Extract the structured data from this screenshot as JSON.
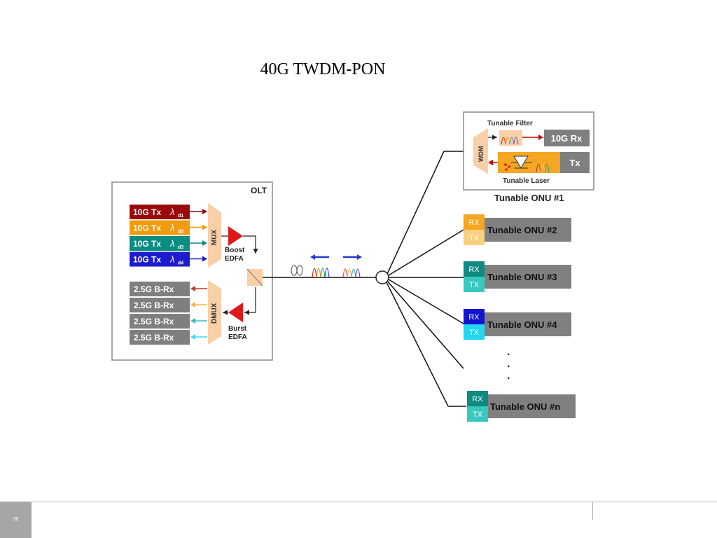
{
  "slide": {
    "title": "40G TWDM-PON",
    "page_number": "30"
  },
  "olt": {
    "label": "OLT",
    "tx": [
      {
        "label": "10G Tx",
        "lambda": "λ",
        "sub": "d1",
        "color": "#9b0a0a"
      },
      {
        "label": "10G Tx",
        "lambda": "λ",
        "sub": "d2",
        "color": "#f29a10"
      },
      {
        "label": "10G Tx",
        "lambda": "λ",
        "sub": "d3",
        "color": "#0b8c80"
      },
      {
        "label": "10G Tx",
        "lambda": "λ",
        "sub": "d4",
        "color": "#1b1bd0"
      }
    ],
    "rx": [
      {
        "label": "2.5G B-Rx",
        "arrow_color": "#c0392b"
      },
      {
        "label": "2.5G B-Rx",
        "arrow_color": "#f0b840"
      },
      {
        "label": "2.5G B-Rx",
        "arrow_color": "#40b8b8"
      },
      {
        "label": "2.5G B-Rx",
        "arrow_color": "#40d8e8"
      }
    ],
    "mux_label": "MUX",
    "dmux_label": "DMUX",
    "boost_label": "Boost\nEDFA",
    "burst_label": "Burst\nEDFA"
  },
  "onu1": {
    "filter_label": "Tunable Filter",
    "wdm_label": "WDM",
    "rx_label": "10G Rx",
    "tx_label": "Tx",
    "laser_label": "Tunable Laser",
    "name": "Tunable ONU #1"
  },
  "onus": [
    {
      "name": "Tunable ONU #2",
      "rx": "RX",
      "tx": "TX",
      "rx_color": "#f5a623",
      "tx_color": "#f9cf80"
    },
    {
      "name": "Tunable ONU #3",
      "rx": "RX",
      "tx": "TX",
      "rx_color": "#0e8a80",
      "tx_color": "#38c8c0"
    },
    {
      "name": "Tunable ONU #4",
      "rx": "RX",
      "tx": "TX",
      "rx_color": "#1414d0",
      "tx_color": "#22d8f0"
    },
    {
      "name": "Tunable ONU #n",
      "rx": "RX",
      "tx": "TX",
      "rx_color": "#0e8a80",
      "tx_color": "#38c8c0"
    }
  ],
  "ellipsis": "·",
  "colors": {
    "gray_box": "#7f7f7f",
    "mux_fill": "#f9cfa8",
    "edfa_red": "#e01818",
    "onu_box": "#808080"
  }
}
